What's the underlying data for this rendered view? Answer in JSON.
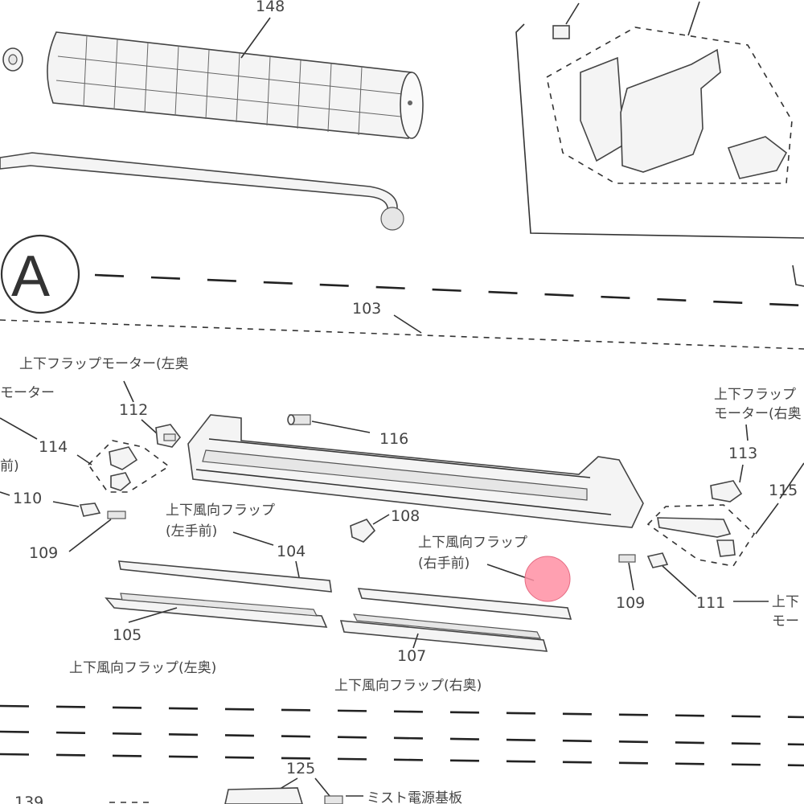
{
  "diagram": {
    "section_marker": "A",
    "part_numbers": {
      "p148": "148",
      "p103": "103",
      "p112": "112",
      "p114": "114",
      "p110": "110",
      "p109_left": "109",
      "p116": "116",
      "p108": "108",
      "p104": "104",
      "p105": "105",
      "p107": "107",
      "p113": "113",
      "p115": "115",
      "p109_right": "109",
      "p111": "111",
      "p125": "125",
      "p139": "139"
    },
    "labels": {
      "motor_left_rear": "上下フラップモーター(左奥",
      "motor_left_cut": "モーター",
      "left_front_cut": "前)",
      "flap_left_front_1": "上下風向フラップ",
      "flap_left_front_2": "(左手前)",
      "flap_right_front_1": "上下風向フラップ",
      "flap_right_front_2": "(右手前)",
      "flap_left_rear": "上下風向フラップ(左奥)",
      "flap_right_rear": "上下風向フラップ(右奥)",
      "motor_right_1": "上下フラップ",
      "motor_right_2": "モーター(右奥",
      "right_cut_1": "上下",
      "right_cut_2": "モー",
      "mist_board": "ミスト電源基板"
    },
    "colors": {
      "highlight_marker": "#ff8fa3"
    }
  }
}
